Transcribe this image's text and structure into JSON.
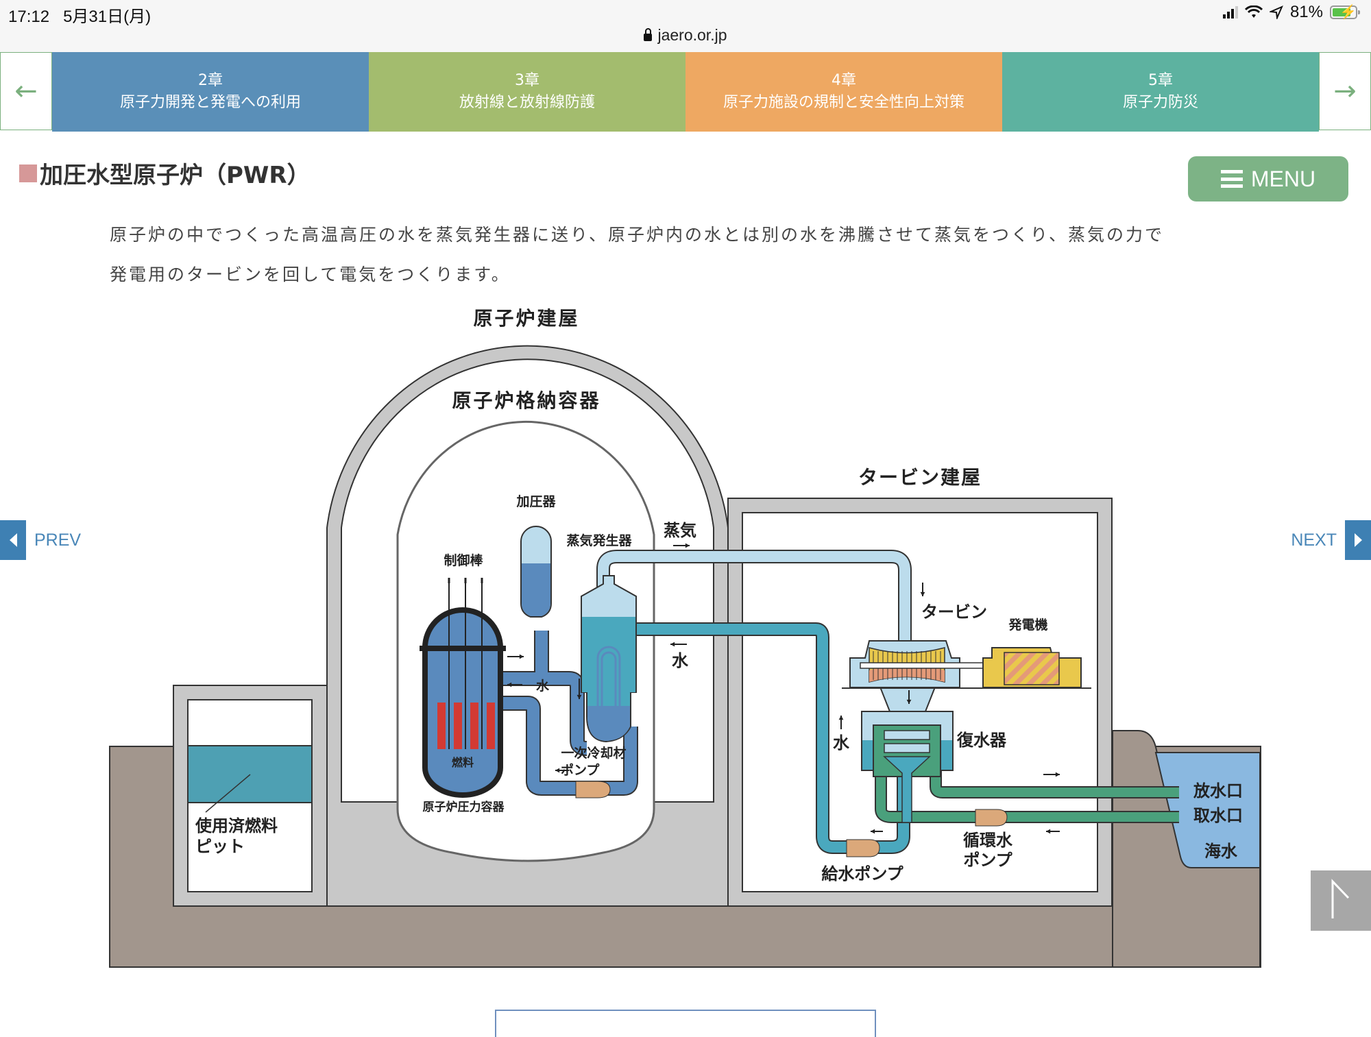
{
  "status_bar": {
    "time": "17:12",
    "date": "5月31日(月)",
    "battery_percent": "81%",
    "battery_level": 0.81,
    "charging": true,
    "icons": [
      "cellular-signal-icon",
      "wifi-icon",
      "location-arrow-icon",
      "battery-charging-icon"
    ]
  },
  "browser": {
    "url": "jaero.or.jp",
    "secure_icon": "lock-icon"
  },
  "chapter_nav": {
    "prev_arrow": "←",
    "next_arrow": "→",
    "chapters": [
      {
        "number": "2章",
        "title": "原子力開発と発電への利用",
        "color": "#5a8fb8"
      },
      {
        "number": "3章",
        "title": "放射線と放射線防護",
        "color": "#a3bc6e"
      },
      {
        "number": "4章",
        "title": "原子力施設の規制と安全性向上対策",
        "color": "#eea862"
      },
      {
        "number": "5章",
        "title": "原子力防災",
        "color": "#5db2a0"
      }
    ]
  },
  "page": {
    "title": "加圧水型原子炉（PWR）",
    "title_marker_color": "#d69898",
    "menu_label": "MENU",
    "intro_line1": "原子炉の中でつくった高温高圧の水を蒸気発生器に送り、原子炉内の水とは別の水を沸騰させて蒸気をつくり、蒸気の力で",
    "intro_line2": "発電用のタービンを回して電気をつくります。",
    "prev_label": "PREV",
    "next_label": "NEXT"
  },
  "diagram": {
    "labels": {
      "reactor_building": "原子炉建屋",
      "containment": "原子炉格納容器",
      "turbine_building": "タービン建屋",
      "pressurizer": "加圧器",
      "steam_generator": "蒸気発生器",
      "steam": "蒸気",
      "control_rods": "制御棒",
      "water": "水",
      "fuel": "燃料",
      "pressure_vessel": "原子炉圧力容器",
      "primary_pump_line1": "一次冷却材",
      "primary_pump_line2": "ポンプ",
      "turbine": "タービン",
      "generator": "発電機",
      "condenser": "復水器",
      "feedwater_pump": "給水ポンプ",
      "circ_pump_line1": "循環水",
      "circ_pump_line2": "ポンプ",
      "discharge": "放水口",
      "intake": "取水口",
      "seawater": "海水",
      "spent_fuel_line1": "使用済燃料",
      "spent_fuel_line2": "ピット"
    },
    "colors": {
      "ground": "#a2968d",
      "concrete": "#c8c8c8",
      "primary": "#5a8abd",
      "steam": "#bcdcec",
      "secondary": "#4aa8be",
      "cooling": "#4aa07c",
      "fuel": "#d33a33",
      "pump": "#dba87a",
      "generator": "#e9c84c",
      "sea": "#8ab8e0"
    }
  }
}
